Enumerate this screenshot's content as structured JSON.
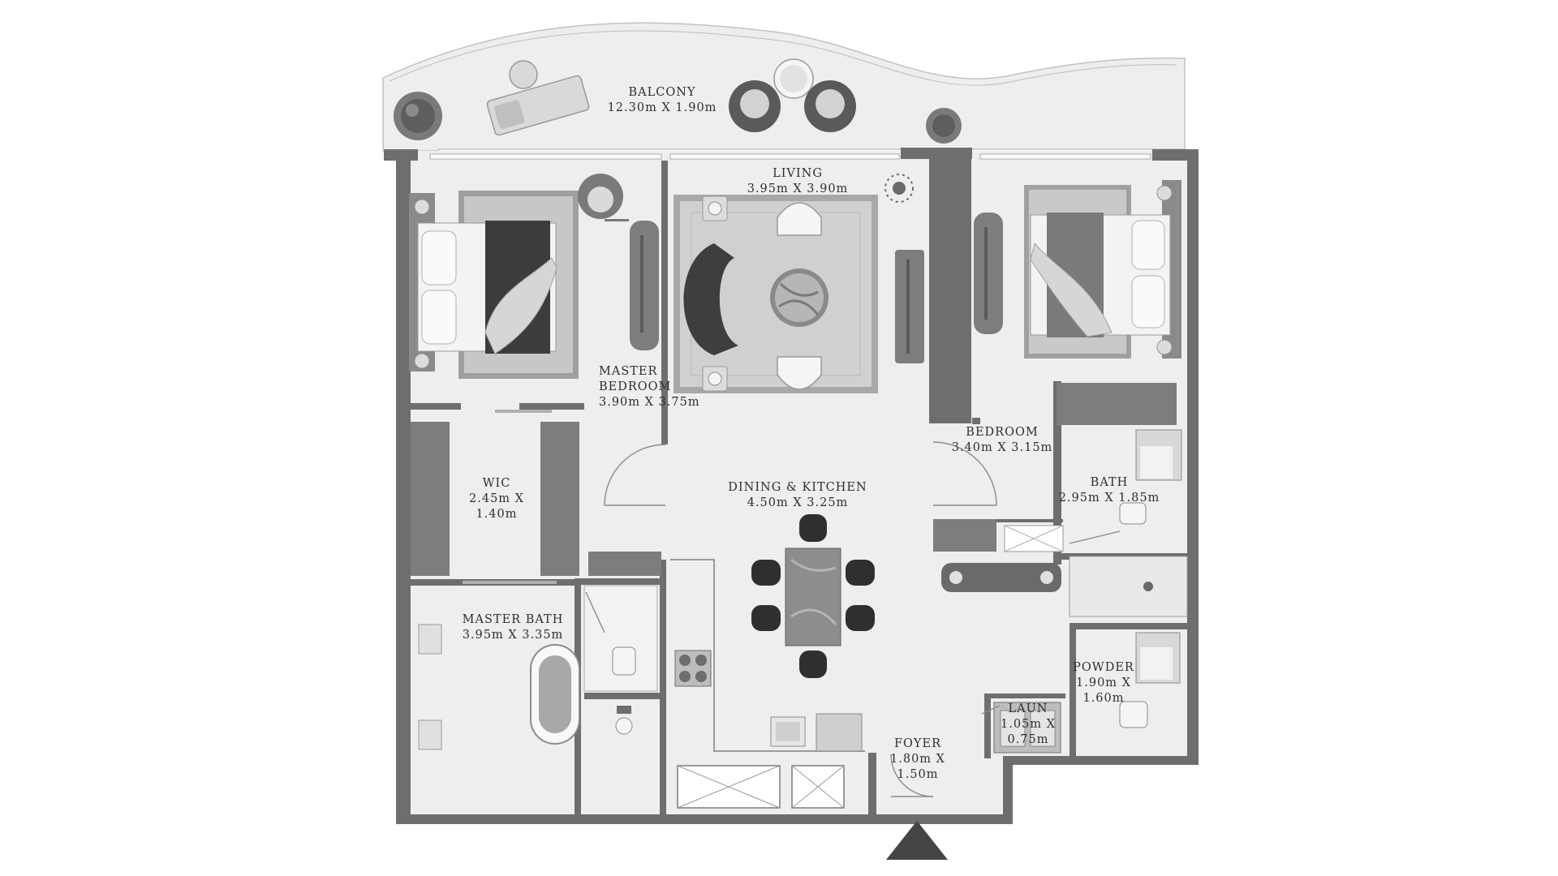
{
  "rooms": {
    "balcony": {
      "name": "BALCONY",
      "size": "12.30m X 1.90m"
    },
    "living": {
      "name": "LIVING",
      "size": "3.95m X 3.90m"
    },
    "master_bedroom": {
      "name_line1": "MASTER",
      "name_line2": "BEDROOM",
      "size": "3.90m X 3.75m"
    },
    "bedroom": {
      "name": "BEDROOM",
      "size": "3.40m X 3.15m"
    },
    "wic": {
      "name": "WIC",
      "size_line1": "2.45m X",
      "size_line2": "1.40m"
    },
    "dining_kitchen": {
      "name": "DINING & KITCHEN",
      "size": "4.50m X 3.25m"
    },
    "bath": {
      "name": "BATH",
      "size": "2.95m X 1.85m"
    },
    "master_bath": {
      "name": "MASTER BATH",
      "size": "3.95m X 3.35m"
    },
    "powder": {
      "name": "POWDER",
      "size_line1": "1.90m X",
      "size_line2": "1.60m"
    },
    "laun": {
      "name": "LAUN",
      "size_line1": "1.05m X",
      "size_line2": "0.75m"
    },
    "foyer": {
      "name": "FOYER",
      "size_line1": "1.80m X",
      "size_line2": "1.50m"
    }
  },
  "colors": {
    "wall": "#6e6e6e",
    "floor": "#eeeeee",
    "entrance_marker": "#444444"
  },
  "icons": [
    "entrance-arrow-icon",
    "plant-icon",
    "bed-icon",
    "sofa-icon",
    "dining-table-icon",
    "bathtub-icon",
    "stove-icon",
    "sink-icon",
    "toilet-icon"
  ]
}
